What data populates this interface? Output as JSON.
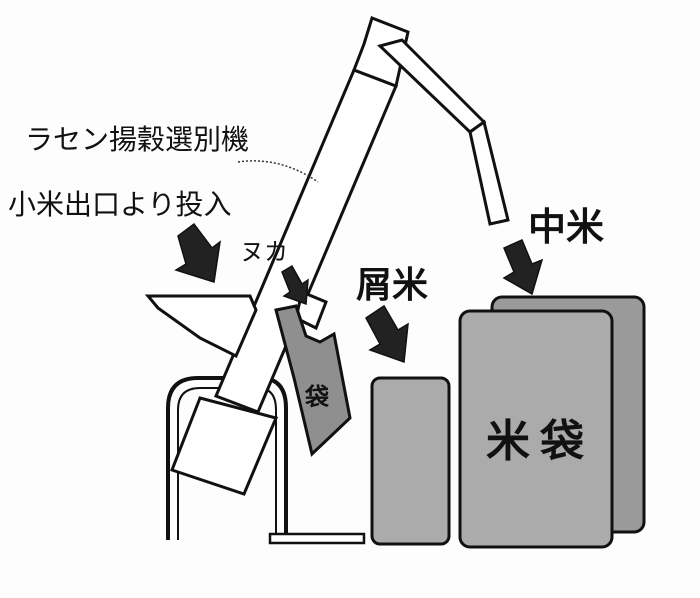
{
  "labels": {
    "machine": "ラセン揚穀選別機",
    "input": "小米出口より投入",
    "bran": "ヌカ",
    "broken_rice": "屑米",
    "middle_rice": "中米",
    "small_bag": "袋",
    "rice_bag": "米袋"
  },
  "colors": {
    "line": "#111111",
    "bag_fill": "#aaaaaa",
    "bag_back_fill": "#9a9a9a",
    "small_bag_fill": "#8f8f8f",
    "background": "#fdfdfd"
  }
}
